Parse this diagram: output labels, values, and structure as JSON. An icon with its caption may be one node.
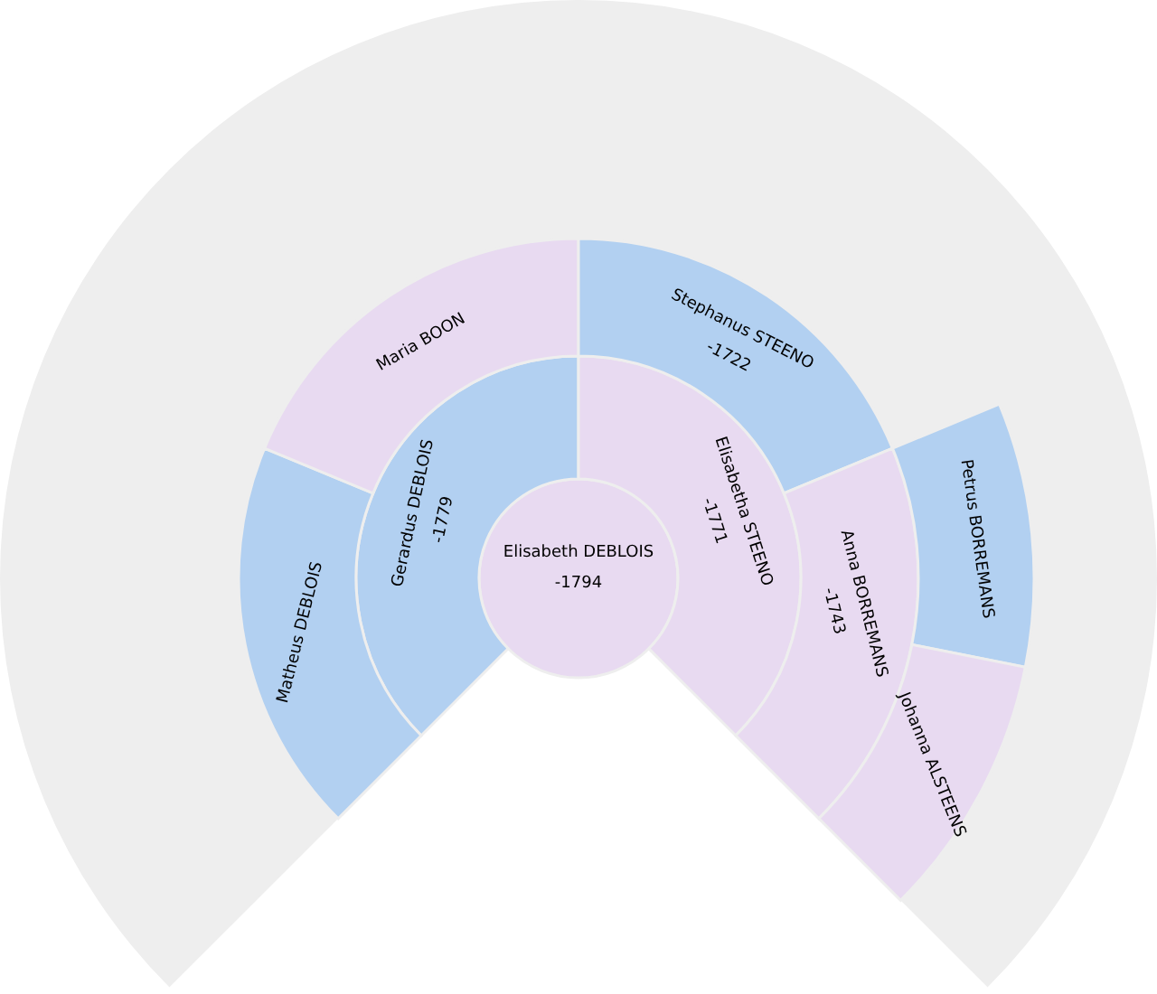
{
  "diagram": {
    "nodes": [
      {
        "text": [
          "Elisabeth DEBLOIS",
          "-1794"
        ]
      },
      {
        "text": [
          "Gerardus DEBLOIS",
          "-1779"
        ]
      },
      {
        "text": [
          "Elisabetha STEENO",
          "-1771"
        ]
      },
      {
        "text": [
          "Matheus DEBLOIS"
        ]
      },
      {
        "text": [
          "Maria BOON"
        ]
      },
      {
        "text": [
          "Stephanus STEENO",
          "-1722"
        ]
      },
      {
        "text": [
          "Anna BORREMANS",
          "-1743"
        ]
      },
      {
        "text": [
          "Petrus BORREMANS"
        ]
      },
      {
        "text": [
          "Johanna ALSTEENS"
        ]
      }
    ]
  }
}
